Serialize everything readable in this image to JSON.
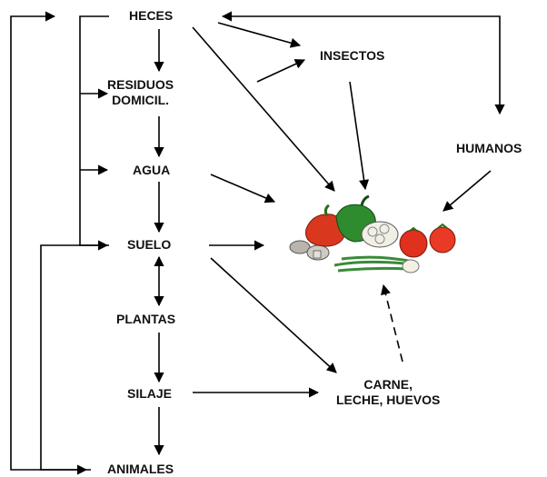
{
  "nodes": {
    "heces": "HECES",
    "residuos": "RESIDUOS\nDOMICIL.",
    "agua": "AGUA",
    "suelo": "SUELO",
    "plantas": "PLANTAS",
    "silaje": "SILAJE",
    "animales": "ANIMALES",
    "insectos": "INSECTOS",
    "humanos": "HUMANOS",
    "carne": "CARNE,\nLECHE, HUEVOS"
  },
  "colors": {
    "line": "#000000",
    "pepper_red": "#d9381e",
    "pepper_green": "#2e8b2e",
    "tomato": "#e0301e",
    "cabbage": "#f2efe6",
    "mushroom": "#b9b5ad",
    "onion_green": "#4caf50"
  },
  "icons": [
    "vegetables-illustration"
  ]
}
